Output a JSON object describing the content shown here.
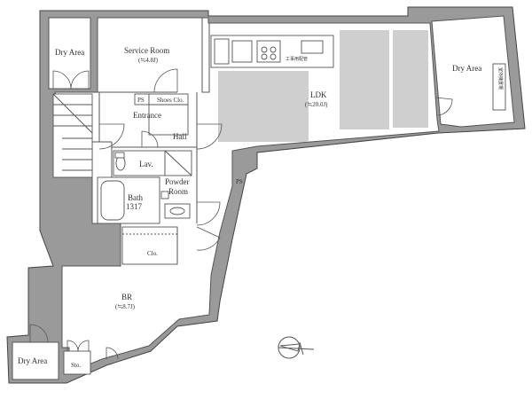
{
  "rooms": {
    "dry_area_nw": "Dry Area",
    "service_room": "Service Room",
    "service_room_size": "(≒4.8J)",
    "ldk": "LDK",
    "ldk_size": "(≒20.0J)",
    "dry_area_ne": "Dry Area",
    "shoes_closet": "Shoes Clo.",
    "ps_1": "PS",
    "entrance": "Entrance",
    "hall": "Hall",
    "lav": "Lav.",
    "powder_room_1": "Powder",
    "powder_room_2": "Room",
    "ps_2": "PS",
    "bath": "Bath",
    "bath_size": "1317",
    "closet": "Clo.",
    "br": "BR",
    "br_size": "(≒8.7J)",
    "dry_area_sw": "Dry Area",
    "storage": "Sto."
  },
  "kitchen_note": "工事用配管",
  "dry_area_note": "室外機置場",
  "colors": {
    "wall": "#9a9a9a",
    "rug": "#cfcfcf",
    "line": "#555555"
  },
  "icons": [
    "north-arrow-icon"
  ]
}
